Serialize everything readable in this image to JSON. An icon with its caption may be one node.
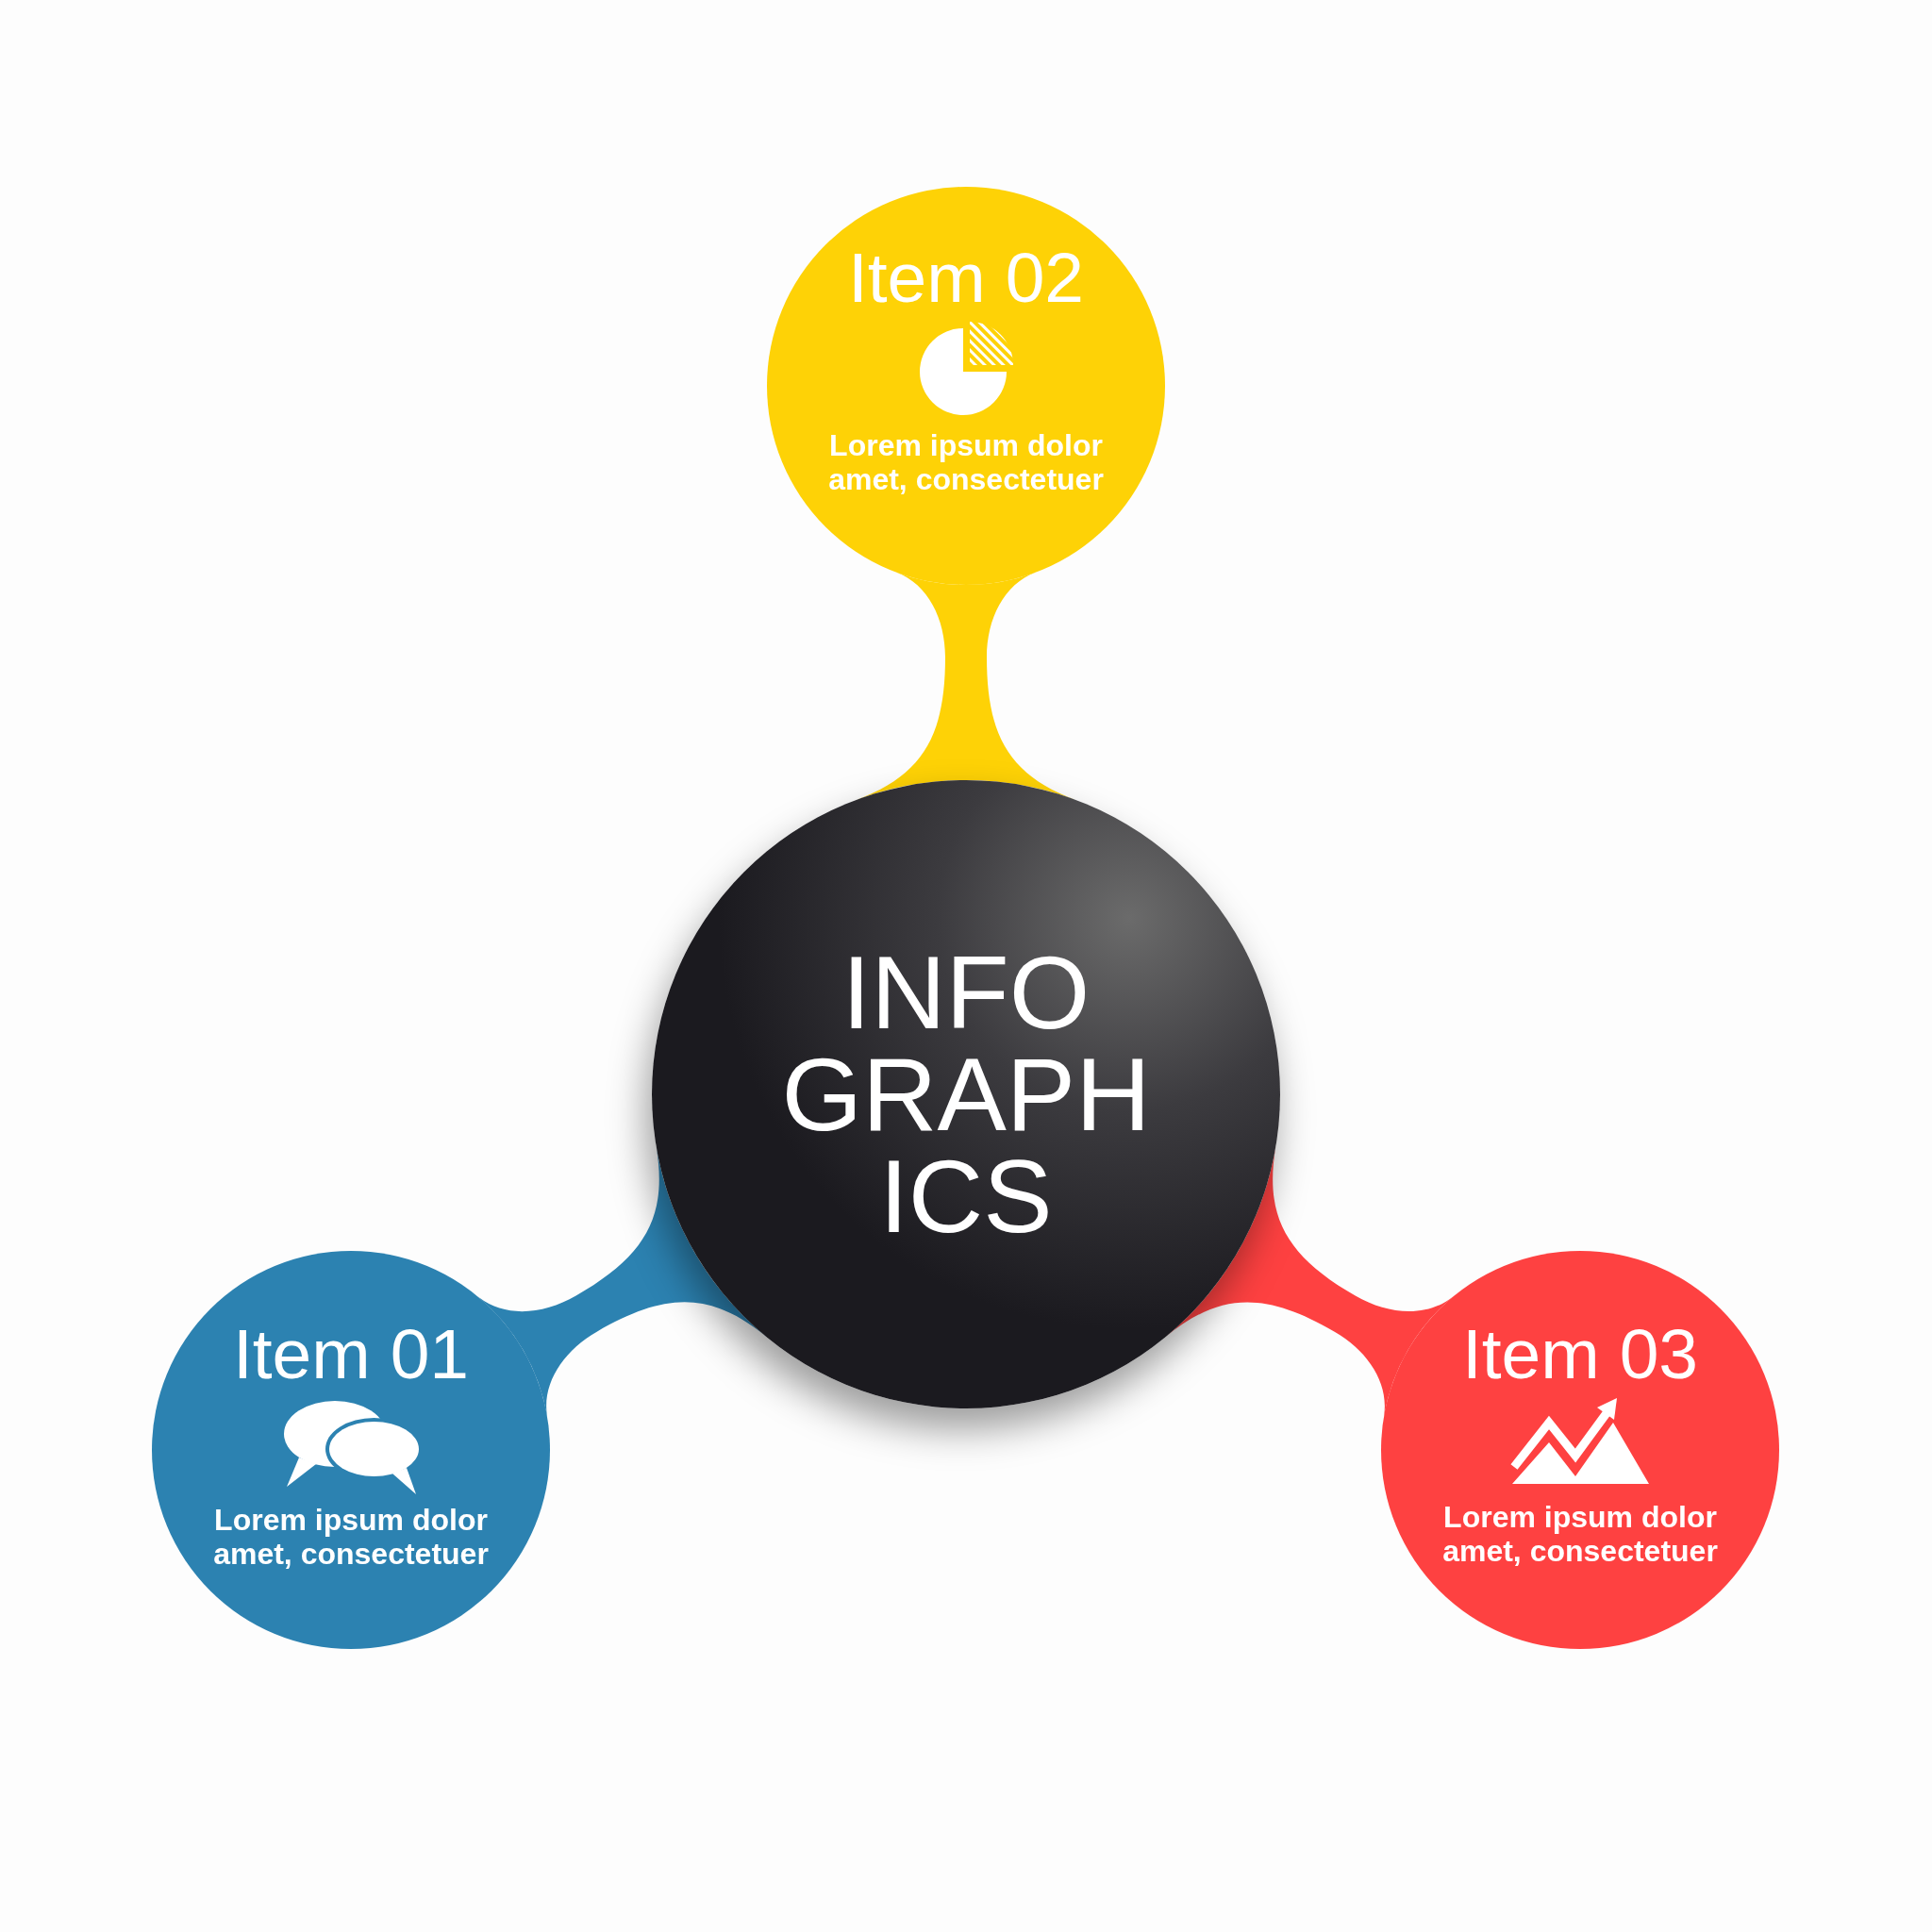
{
  "diagram": {
    "nodes": [
      {
        "text": [
          "Item 02",
          "Lorem ipsum dolor amet, consectetuer"
        ]
      },
      {
        "text": [
          "INFO GRAPH ICS"
        ]
      },
      {
        "text": [
          "Item 01",
          "Lorem ipsum dolor amet, consectetuer"
        ]
      },
      {
        "text": [
          "Item 03",
          "Lorem ipsum dolor amet, consectetuer"
        ]
      }
    ],
    "edges": [
      {
        "from": 1,
        "to": 0,
        "arrow": "none",
        "style": "thick",
        "color": "#fed206"
      },
      {
        "from": 1,
        "to": 2,
        "arrow": "none",
        "style": "thick",
        "color": "#2c82b1"
      },
      {
        "from": 1,
        "to": 3,
        "arrow": "none",
        "style": "thick",
        "color": "#fe4141"
      }
    ]
  }
}
